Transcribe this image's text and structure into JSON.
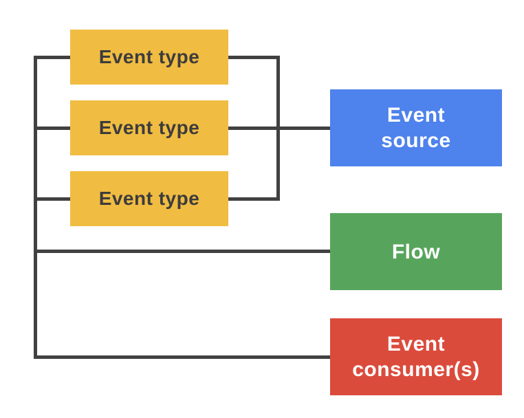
{
  "diagram": {
    "background_color": "#FFFFFF",
    "connector_color": "#414141",
    "nodes": {
      "event_type_1": {
        "label": "Event type",
        "bg": "#F0BC42",
        "text_color": "#3C3C3C"
      },
      "event_type_2": {
        "label": "Event type",
        "bg": "#F0BC42",
        "text_color": "#3C3C3C"
      },
      "event_type_3": {
        "label": "Event type",
        "bg": "#F0BC42",
        "text_color": "#3C3C3C"
      },
      "event_source": {
        "label": "Event\nsource",
        "bg": "#4E82EC",
        "text_color": "#FFFFFF"
      },
      "flow": {
        "label": "Flow",
        "bg": "#57A55C",
        "text_color": "#FFFFFF"
      },
      "event_consumers": {
        "label": "Event\nconsumer(s)",
        "bg": "#DB4B3C",
        "text_color": "#FFFFFF"
      }
    }
  }
}
